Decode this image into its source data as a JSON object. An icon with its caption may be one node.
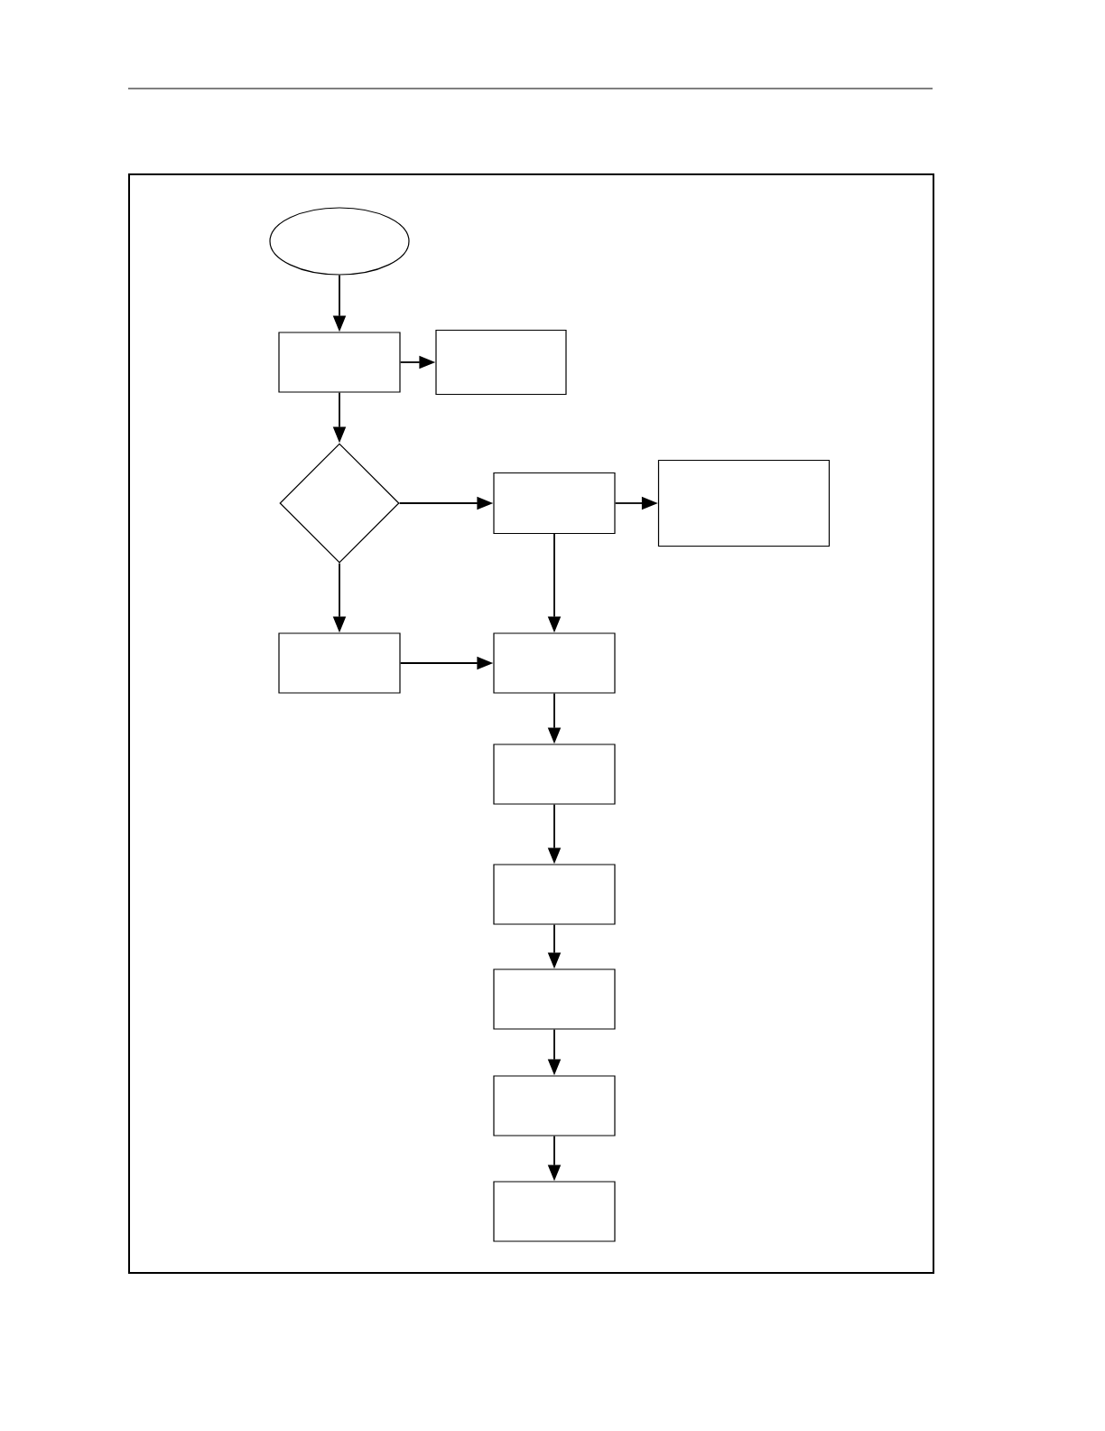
{
  "diagram": {
    "nodes": [
      {
        "text": [],
        "shape": "ellipse"
      },
      {
        "text": [],
        "shape": "box"
      },
      {
        "text": [],
        "shape": "box"
      },
      {
        "text": [],
        "shape": "diamond"
      },
      {
        "text": [],
        "shape": "box"
      },
      {
        "text": [],
        "shape": "box"
      },
      {
        "text": [],
        "shape": "box"
      },
      {
        "text": [],
        "shape": "box"
      },
      {
        "text": [],
        "shape": "box"
      },
      {
        "text": [],
        "shape": "box"
      },
      {
        "text": [],
        "shape": "box"
      },
      {
        "text": [],
        "shape": "box"
      },
      {
        "text": [],
        "shape": "box"
      }
    ],
    "edges": [
      {
        "from": 0,
        "to": 1,
        "arrow": "to"
      },
      {
        "from": 1,
        "to": 2,
        "arrow": "to"
      },
      {
        "from": 1,
        "to": 3,
        "arrow": "to"
      },
      {
        "from": 3,
        "to": 4,
        "arrow": "to"
      },
      {
        "from": 4,
        "to": 5,
        "arrow": "to"
      },
      {
        "from": 4,
        "to": 7,
        "arrow": "to"
      },
      {
        "from": 3,
        "to": 6,
        "arrow": "to"
      },
      {
        "from": 6,
        "to": 7,
        "arrow": "to"
      },
      {
        "from": 7,
        "to": 8,
        "arrow": "to"
      },
      {
        "from": 8,
        "to": 9,
        "arrow": "to"
      },
      {
        "from": 9,
        "to": 10,
        "arrow": "to"
      },
      {
        "from": 10,
        "to": 11,
        "arrow": "to"
      },
      {
        "from": 11,
        "to": 12,
        "arrow": "to"
      }
    ]
  }
}
